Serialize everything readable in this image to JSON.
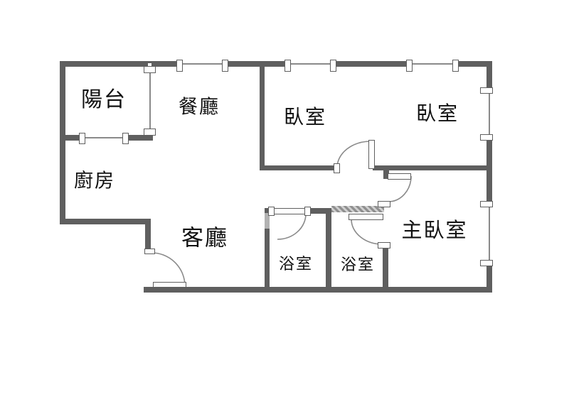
{
  "title": "apartment-floor-plan",
  "rooms": {
    "balcony": {
      "label": "陽台"
    },
    "dining": {
      "label": "餐廳"
    },
    "bedroom1": {
      "label": "臥室"
    },
    "bedroom2": {
      "label": "臥室"
    },
    "kitchen": {
      "label": "廚房"
    },
    "living": {
      "label": "客廳"
    },
    "bath1": {
      "label": "浴室"
    },
    "bath2": {
      "label": "浴室"
    },
    "master": {
      "label": "主臥室"
    }
  },
  "colors": {
    "wall": "#5f5f5f",
    "light_wall": "#b2b2b2",
    "hatch_dark": "#8f8f8f",
    "hatch_light": "#cfcfcf",
    "line": "#8a8a8a",
    "text": "#111111",
    "background": "#ffffff"
  }
}
